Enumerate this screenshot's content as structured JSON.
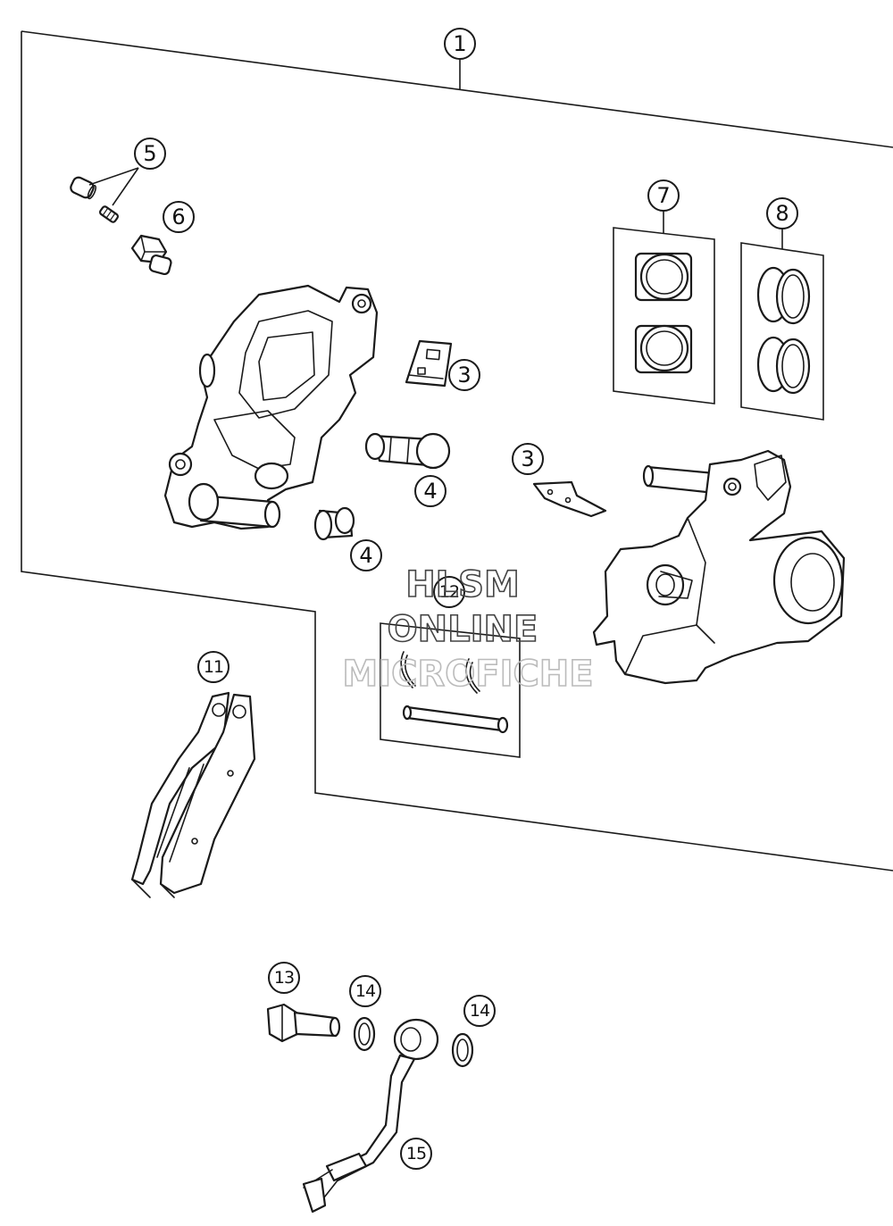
{
  "callouts": {
    "c1": "1",
    "c3a": "3",
    "c3b": "3",
    "c4a": "4",
    "c4b": "4",
    "c5": "5",
    "c6": "6",
    "c7": "7",
    "c8": "8",
    "c11": "11",
    "c12": "12",
    "c13": "13",
    "c14a": "14",
    "c14b": "14",
    "c15": "15"
  },
  "watermark": {
    "line1": "HLSM",
    "line2": "ONLINE",
    "line3": "MICROFICHE"
  }
}
